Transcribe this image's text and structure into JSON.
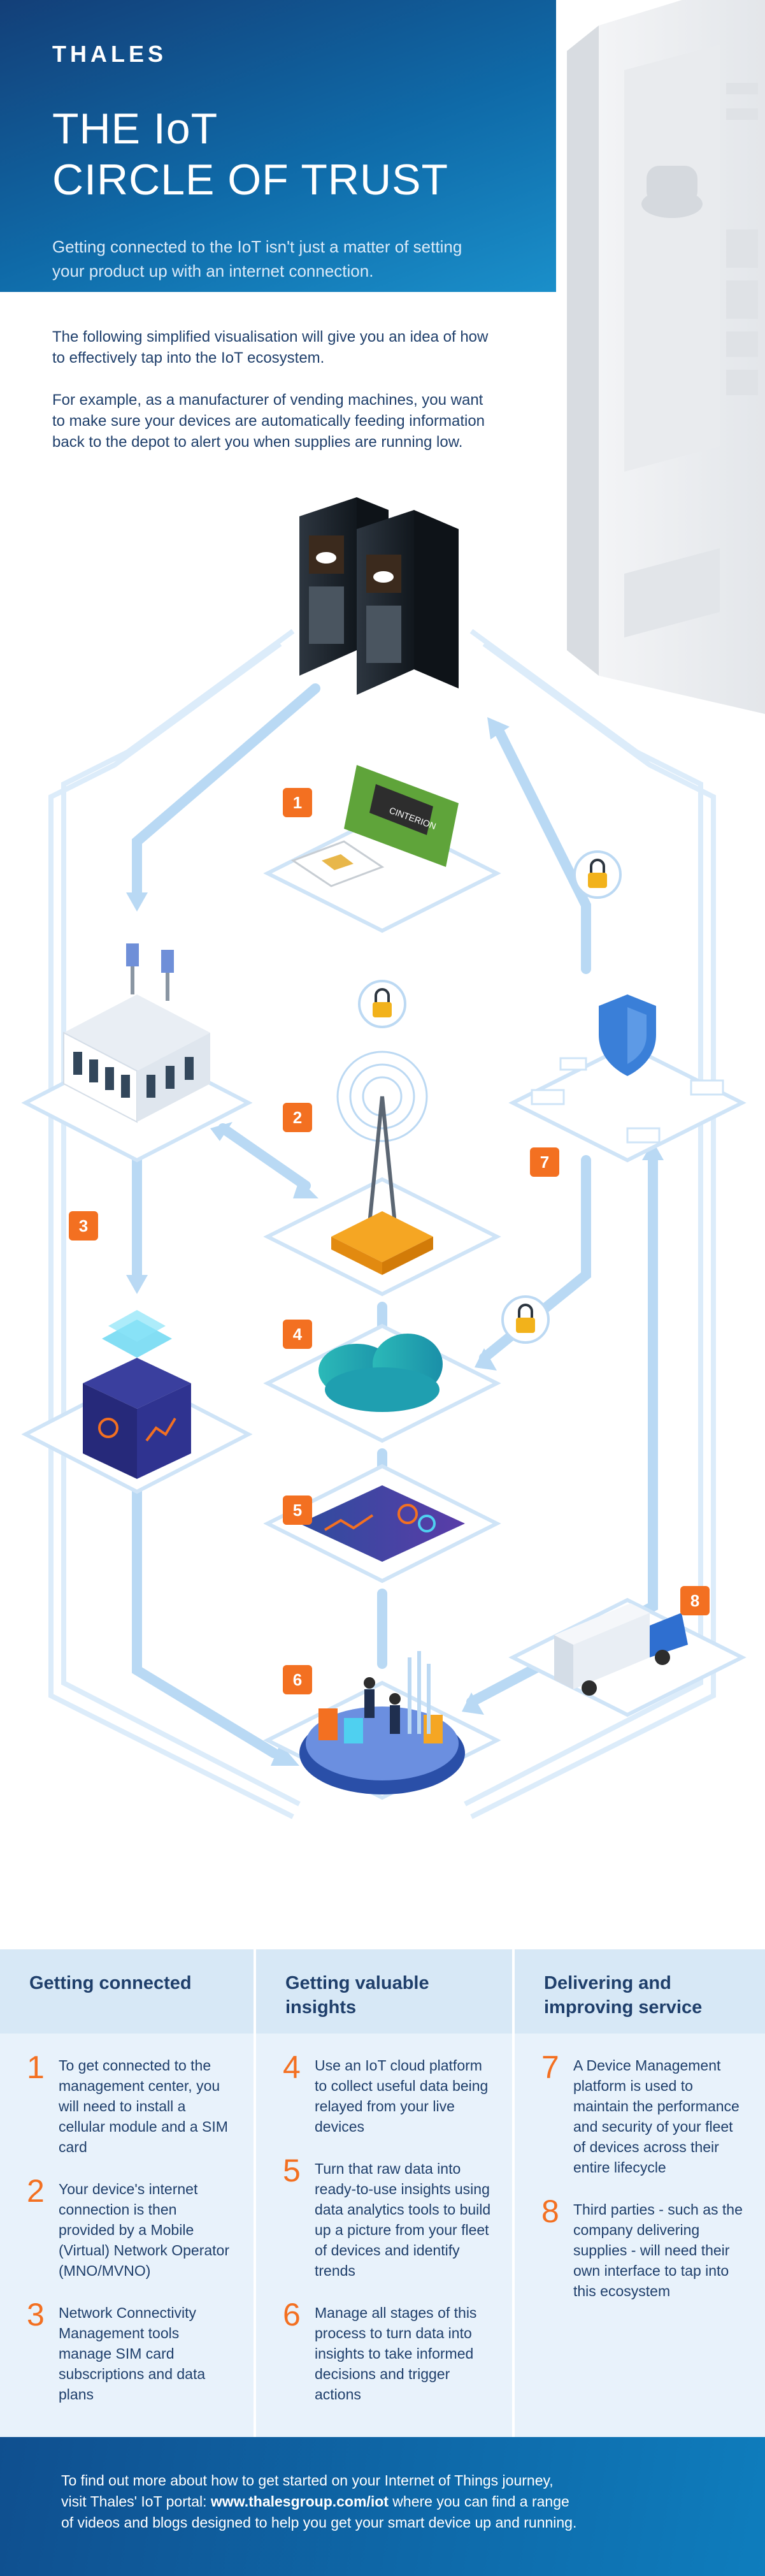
{
  "header": {
    "logo": "THALES",
    "title_line1": "THE IoT",
    "title_line2": "CIRCLE OF TRUST",
    "subtitle": "Getting connected to the IoT isn't just a matter of setting your product up with an internet connection."
  },
  "intro": {
    "p1": "The following simplified visualisation will give you an idea of how to effectively tap into the IoT ecosystem.",
    "p2": "For example, as a manufacturer of vending machines, you want to make sure your devices are automatically feeding information back to the depot to alert you when supplies are running low."
  },
  "diagram": {
    "module_label": "CINTERION",
    "steps": [
      "1",
      "2",
      "3",
      "4",
      "5",
      "6",
      "7",
      "8"
    ]
  },
  "columns": [
    {
      "heading": "Getting connected",
      "items": [
        {
          "n": "1",
          "text": "To get connected to the management center, you will need to install a cellular module and a SIM card"
        },
        {
          "n": "2",
          "text": "Your device's internet connection is then provided by a Mobile (Virtual) Network Operator (MNO/MVNO)"
        },
        {
          "n": "3",
          "text": "Network Connectivity Management tools manage SIM card subscriptions and data plans"
        }
      ]
    },
    {
      "heading": "Getting valuable insights",
      "items": [
        {
          "n": "4",
          "text": "Use an IoT cloud platform to collect useful data being relayed from your live devices"
        },
        {
          "n": "5",
          "text": "Turn that raw data into ready-to-use insights using data analytics tools to build up a picture from your fleet of devices and identify trends"
        },
        {
          "n": "6",
          "text": "Manage all stages of this process to turn data into insights to take informed decisions and trigger actions"
        }
      ]
    },
    {
      "heading": "Delivering and improving service",
      "items": [
        {
          "n": "7",
          "text": "A Device Management platform is used to maintain the performance and security of your fleet of devices across their entire lifecycle"
        },
        {
          "n": "8",
          "text": "Third parties - such as the company delivering supplies - will need their own interface to tap into this ecosystem"
        }
      ]
    }
  ],
  "footer": {
    "line1": "To find out more about how to get started on your Internet of Things journey,",
    "line2_pre": "visit Thales' IoT portal: ",
    "link": "www.thalesgroup.com/iot",
    "line2_post": " where you can find a range",
    "line3": "of videos and blogs designed to help you get your smart device up and running."
  },
  "colors": {
    "accent": "#f37021",
    "brand_dark": "#133f78",
    "brand_light": "#1a8fca",
    "panel": "#e8f2fb"
  }
}
